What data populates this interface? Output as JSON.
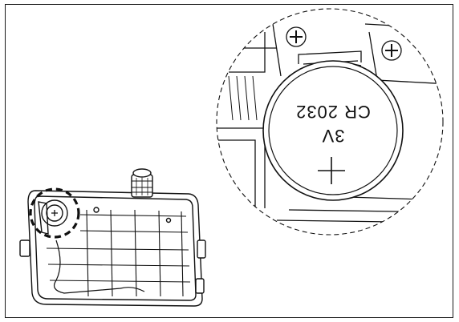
{
  "figure": {
    "battery_marking": "CR 2032",
    "battery_voltage": "3V",
    "polarity_symbol": "+",
    "callout_style": "dashed"
  }
}
